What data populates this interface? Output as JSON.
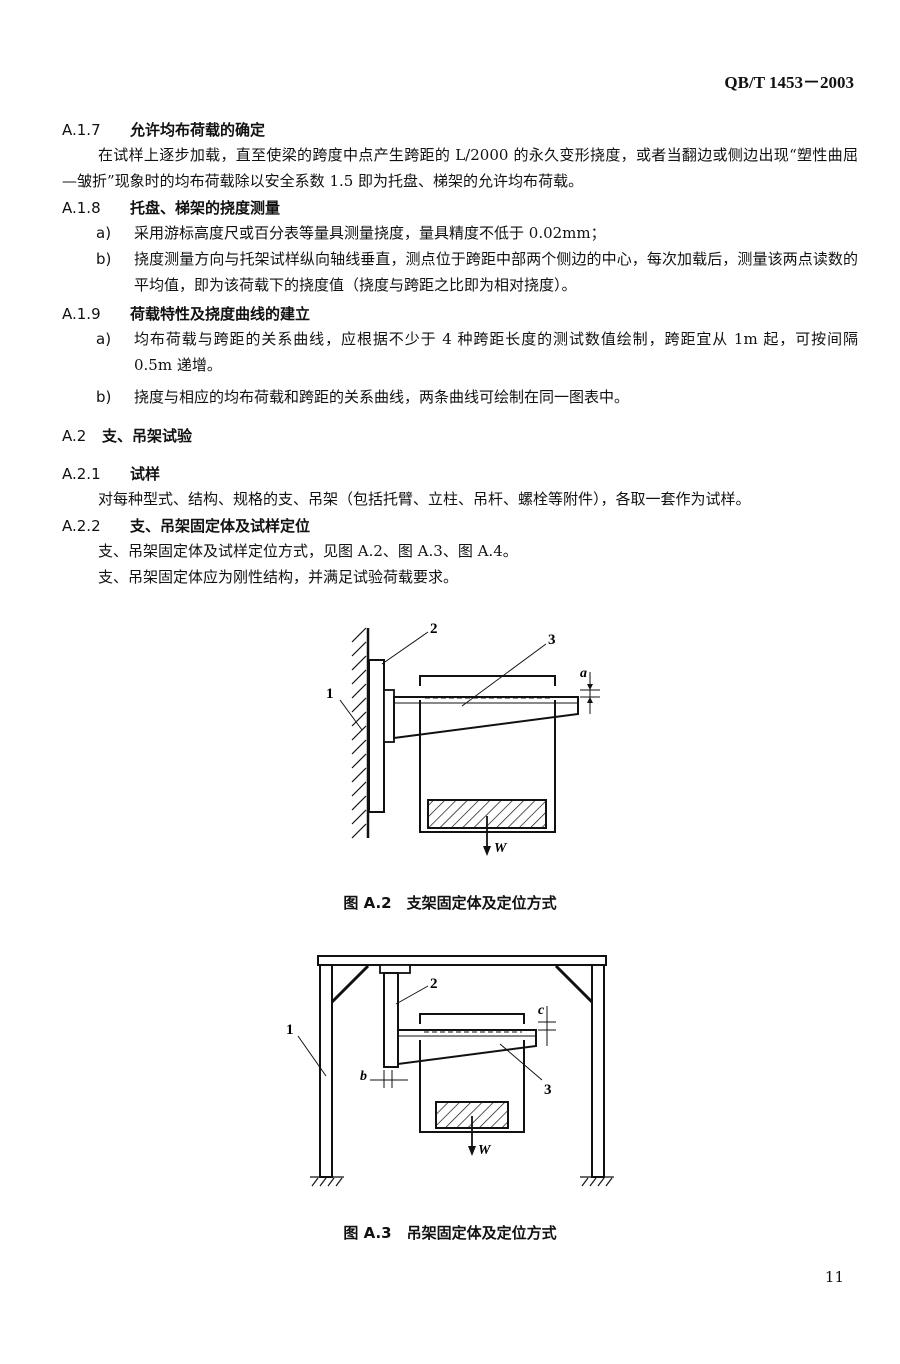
{
  "header": {
    "standard_code": "QB/T 1453－2003"
  },
  "sections": {
    "a17": {
      "num": "A.1.7",
      "title": "允许均布荷载的确定",
      "para": "在试样上逐步加载，直至使梁的跨度中点产生跨距的 L/2000 的永久变形挠度，或者当翻边或侧边出现“塑性曲屈—皱折”现象时的均布荷载除以安全系数 1.5 即为托盘、梯架的允许均布荷载。"
    },
    "a18": {
      "num": "A.1.8",
      "title": "托盘、梯架的挠度测量",
      "items": [
        {
          "label": "a)",
          "text": "采用游标高度尺或百分表等量具测量挠度，量具精度不低于 0.02mm；"
        },
        {
          "label": "b)",
          "text": "挠度测量方向与托架试样纵向轴线垂直，测点位于跨距中部两个侧边的中心，每次加载后，测量该两点读数的平均值，即为该荷载下的挠度值（挠度与跨距之比即为相对挠度）。"
        }
      ]
    },
    "a19": {
      "num": "A.1.9",
      "title": "荷载特性及挠度曲线的建立",
      "items": [
        {
          "label": "a)",
          "text": "均布荷载与跨距的关系曲线，应根据不少于 4 种跨距长度的测试数值绘制，跨距宜从 1m 起，可按间隔 0.5m 递增。"
        },
        {
          "label": "b)",
          "text": "挠度与相应的均布荷载和跨距的关系曲线，两条曲线可绘制在同一图表中。"
        }
      ]
    },
    "a2": {
      "num": "A.2",
      "title": "支、吊架试验"
    },
    "a21": {
      "num": "A.2.1",
      "title": "试样",
      "para": "对每种型式、结构、规格的支、吊架（包括托臂、立柱、吊杆、螺栓等附件），各取一套作为试样。"
    },
    "a22": {
      "num": "A.2.2",
      "title": "支、吊架固定体及试样定位",
      "para1": "支、吊架固定体及试样定位方式，见图 A.2、图 A.3、图 A.4。",
      "para2": "支、吊架固定体应为刚性结构，并满足试验荷载要求。"
    }
  },
  "figures": {
    "a2": {
      "caption": "图 A.2　支架固定体及定位方式",
      "labels": {
        "l1": "1",
        "l2": "2",
        "l3": "3",
        "a": "a",
        "w": "W"
      }
    },
    "a3": {
      "caption": "图 A.3　吊架固定体及定位方式",
      "labels": {
        "l1": "1",
        "l2": "2",
        "l3": "3",
        "b": "b",
        "c": "c",
        "w": "W"
      }
    }
  },
  "footer": {
    "page_number": "11"
  }
}
